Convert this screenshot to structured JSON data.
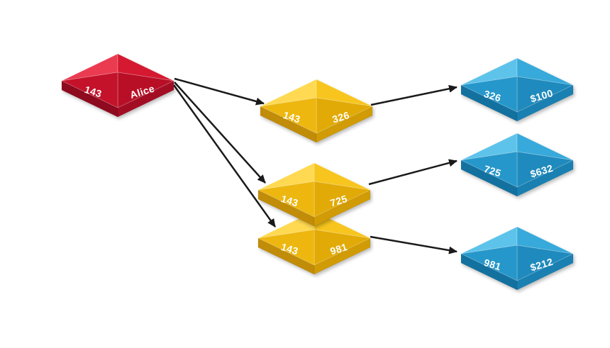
{
  "diagram": {
    "arrow_color": "#1a1a1a",
    "background": "#ffffff"
  },
  "palette": {
    "red": {
      "tl": "#ea3b50",
      "tr": "#d51931",
      "bl": "#c4122a",
      "br": "#b80f26",
      "band_l": "#8e0a1e",
      "band_r": "#a30d24"
    },
    "yellow": {
      "tl": "#ffd951",
      "tr": "#f7c51e",
      "bl": "#edb70f",
      "br": "#e2aa06",
      "band_l": "#c18c08",
      "band_r": "#d09b05"
    },
    "blue": {
      "tl": "#5ec3ea",
      "tr": "#37a9da",
      "bl": "#2697cb",
      "br": "#1f8abd",
      "band_l": "#13719f",
      "band_r": "#1a80b1"
    }
  },
  "nodes": [
    {
      "id": "143-alice",
      "color": "red",
      "left_label": "143",
      "right_label": "Alice"
    },
    {
      "id": "143-326",
      "color": "yellow",
      "left_label": "143",
      "right_label": "326"
    },
    {
      "id": "143-725",
      "color": "yellow",
      "left_label": "143",
      "right_label": "725"
    },
    {
      "id": "143-981",
      "color": "yellow",
      "left_label": "143",
      "right_label": "981"
    },
    {
      "id": "326-100",
      "color": "blue",
      "left_label": "326",
      "right_label": "$100"
    },
    {
      "id": "725-632",
      "color": "blue",
      "left_label": "725",
      "right_label": "$632"
    },
    {
      "id": "981-212",
      "color": "blue",
      "left_label": "981",
      "right_label": "$212"
    }
  ],
  "edges": [
    {
      "from": "143-alice",
      "to": "143-326"
    },
    {
      "from": "143-alice",
      "to": "143-725"
    },
    {
      "from": "143-alice",
      "to": "143-981"
    },
    {
      "from": "143-326",
      "to": "326-100"
    },
    {
      "from": "143-725",
      "to": "725-632"
    },
    {
      "from": "143-981",
      "to": "981-212"
    }
  ]
}
